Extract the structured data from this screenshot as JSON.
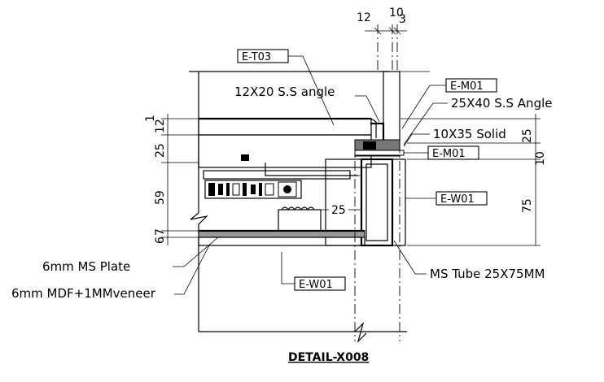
{
  "title": "DETAIL-X008",
  "tags": {
    "e_t03": "E-T03",
    "e_m01_top": "E-M01",
    "e_m01_mid": "E-M01",
    "e_w01_right": "E-W01",
    "e_w01_bottom": "E-W01"
  },
  "labels": {
    "ss_angle_12x20": "12X20 S.S angle",
    "ss_angle_25x40": "25X40 S.S Angle",
    "solid_10x35": "10X35 Solid",
    "ms_plate": "6mm MS Plate",
    "mdf_veneer": "6mm MDF+1MMveneer",
    "ms_tube": "MS Tube 25X75MM"
  },
  "dimensions": {
    "top_12": "12",
    "top_10": "10",
    "top_3": "3",
    "left_1": "1",
    "left_12": "12",
    "left_25": "25",
    "left_59": "59",
    "left_6": "6",
    "left_7": "7",
    "right_25": "25",
    "right_10": "10",
    "right_75": "75",
    "inner_25": "25"
  }
}
